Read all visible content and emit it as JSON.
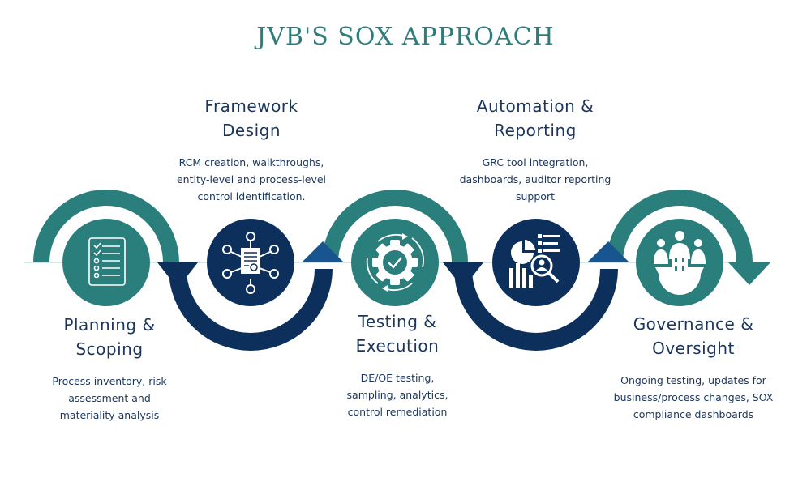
{
  "title": "JVB'S SOX APPROACH",
  "colors": {
    "teal": "#2a7f7d",
    "navy": "#0d2f5c",
    "arrow_blue": "#18558f",
    "text": "#1b365d",
    "title": "#2e7d7c"
  },
  "steps": [
    {
      "id": 1,
      "title_line1": "Planning &",
      "title_line2": "Scoping",
      "description_lines": [
        "Process inventory, risk",
        "assessment and",
        "materiality analysis"
      ],
      "icon": "checklist-icon",
      "circle_color": "teal"
    },
    {
      "id": 2,
      "title_line1": "Framework",
      "title_line2": "Design",
      "description_lines": [
        "RCM creation, walkthroughs,",
        "entity-level and process-level",
        "control identification."
      ],
      "icon": "network-document-icon",
      "circle_color": "navy"
    },
    {
      "id": 3,
      "title_line1": "Testing &",
      "title_line2": "Execution",
      "description_lines": [
        "DE/OE testing,",
        "sampling, analytics,",
        "control remediation"
      ],
      "icon": "gear-check-icon",
      "circle_color": "teal"
    },
    {
      "id": 4,
      "title_line1": "Automation &",
      "title_line2": "Reporting",
      "description_lines": [
        "GRC tool integration,",
        "dashboards, auditor reporting",
        "support"
      ],
      "icon": "analytics-search-icon",
      "circle_color": "navy"
    },
    {
      "id": 5,
      "title_line1": "Governance &",
      "title_line2": "Oversight",
      "description_lines": [
        "Ongoing testing, updates for",
        "business/process changes, SOX",
        "compliance dashboards"
      ],
      "icon": "governance-team-icon",
      "circle_color": "teal"
    }
  ]
}
